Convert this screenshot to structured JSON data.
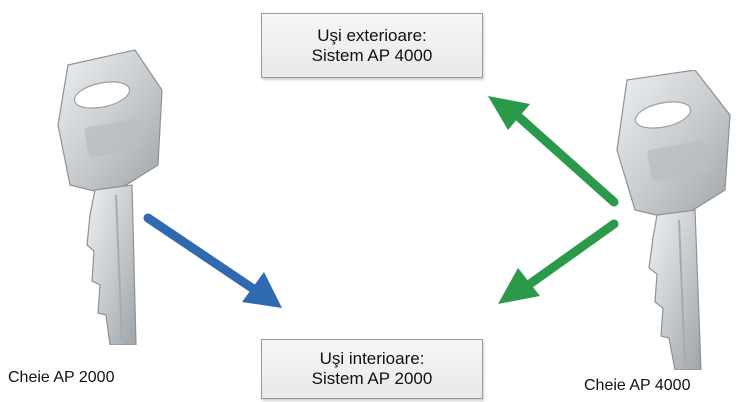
{
  "diagram": {
    "top_box": {
      "line1": "Uşi exterioare:",
      "line2": "Sistem  AP 4000"
    },
    "bottom_box": {
      "line1": "Uşi interioare:",
      "line2": "Sistem  AP 2000"
    },
    "left_key_caption": "Cheie AP 2000",
    "right_key_caption": "Cheie AP 4000",
    "colors": {
      "blue_arrow": "#2f69b0",
      "green_arrow": "#2a9a4a",
      "key_metal": "#cfd3d6"
    },
    "icons": [
      "key-icon",
      "arrow-icon"
    ]
  }
}
